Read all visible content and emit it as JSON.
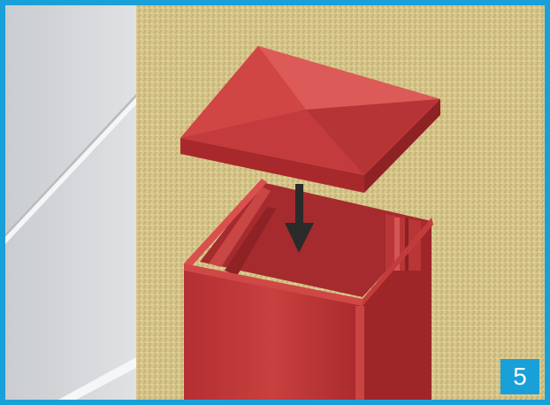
{
  "step": {
    "number": "5"
  },
  "colors": {
    "frame_border": "#1aa0d8",
    "stucco_wall": "#d9c98c",
    "siding": "#d4d7da",
    "post_red": "#c0393c",
    "arrow": "#2b2b2b"
  },
  "illustration": {
    "parts": [
      "post-cap-icon",
      "square-post-icon",
      "down-arrow-icon",
      "siding-panel",
      "stucco-wall"
    ]
  }
}
